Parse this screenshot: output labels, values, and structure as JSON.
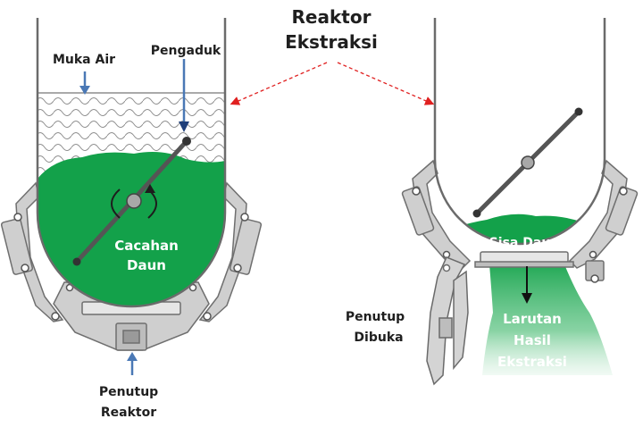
{
  "title": {
    "line1": "Reaktor",
    "line2": "Ekstraksi"
  },
  "left_reactor": {
    "water_level_label": "Muka Air",
    "stirrer_label": "Pengaduk",
    "content_label": {
      "line1": "Cacahan",
      "line2": "Daun"
    },
    "lid_label": {
      "line1": "Penutup",
      "line2": "Reaktor"
    }
  },
  "right_reactor": {
    "residue_label": "Sisa Daun",
    "lid_open_label": {
      "line1": "Penutup",
      "line2": "Dibuka"
    },
    "output_label": {
      "line1": "Larutan",
      "line2": "Hasil",
      "line3": "Ekstraksi"
    }
  },
  "colors": {
    "leaf_green": "#13a14a",
    "extract_green": "#2bb05a",
    "vessel_outline": "#6b6b6b",
    "frame_gray": "#c9c9c9",
    "arrow_blue": "#4a78b5",
    "pointer_red": "#e02020"
  }
}
